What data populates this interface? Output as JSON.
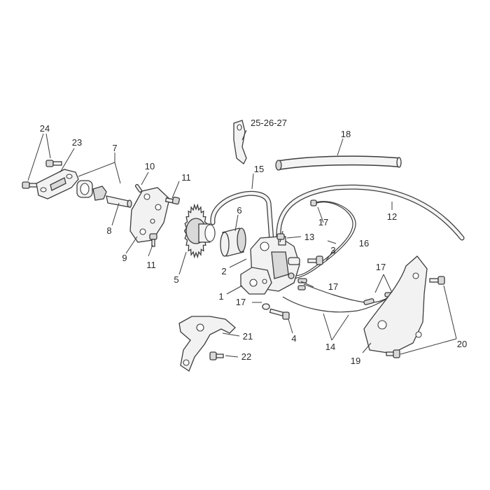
{
  "diagram": {
    "labels": {
      "l1": "1",
      "l2": "2",
      "l3": "3",
      "l4": "4",
      "l5": "5",
      "l6": "6",
      "l7": "7",
      "l8": "8",
      "l9": "9",
      "l10": "10",
      "l11a": "11",
      "l11b": "11",
      "l12": "12",
      "l13": "13",
      "l14": "14",
      "l15": "15",
      "l16": "16",
      "l17a": "17",
      "l17b": "17",
      "l17c": "17",
      "l17d": "17",
      "l18": "18",
      "l19": "19",
      "l20": "20",
      "l21": "21",
      "l22": "22",
      "l23": "23",
      "l24": "24",
      "l25": "25-26-27"
    }
  }
}
